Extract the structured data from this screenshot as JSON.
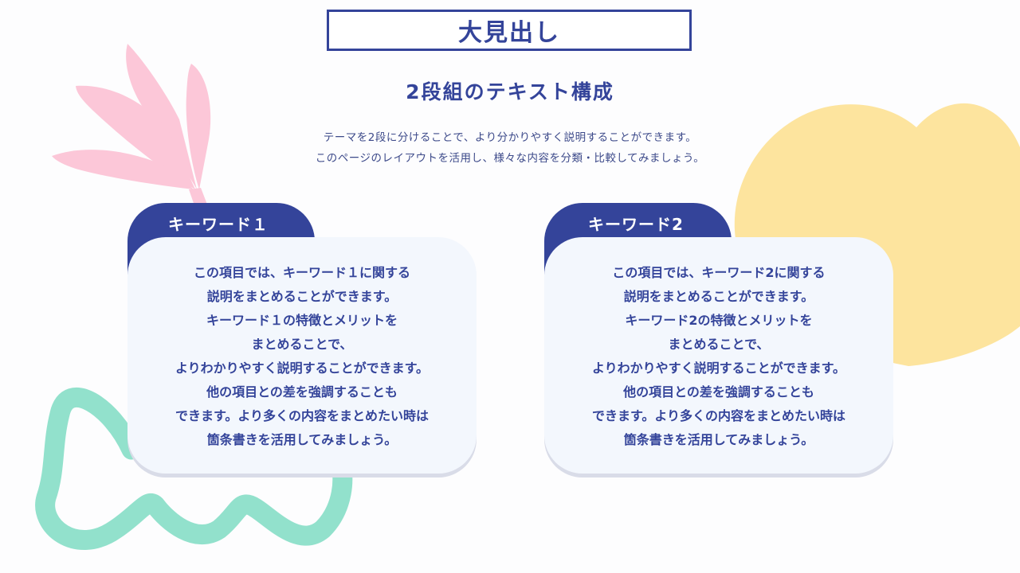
{
  "title": "大見出し",
  "subtitle": "2段組のテキスト構成",
  "intro_lines": [
    "テーマを2段に分けることで、より分かりやすく説明することができます。",
    "このページのレイアウトを活用し、様々な内容を分類・比較してみましょう。"
  ],
  "columns": [
    {
      "label": "キーワード１",
      "lines": [
        "この項目では、キーワード１に関する",
        "説明をまとめることができます。",
        "キーワード１の特徴とメリットを",
        "まとめることで、",
        "よりわかりやすく説明することができます。",
        "他の項目との差を強調することも",
        "できます。より多くの内容をまとめたい時は",
        "箇条書きを活用してみましょう。"
      ]
    },
    {
      "label": "キーワード2",
      "lines": [
        "この項目では、キーワード2に関する",
        "説明をまとめることができます。",
        "キーワード2の特徴とメリットを",
        "まとめることで、",
        "よりわかりやすく説明することができます。",
        "他の項目との差を強調することも",
        "できます。より多くの内容をまとめたい時は",
        "箇条書きを活用してみましょう。"
      ]
    }
  ],
  "colors": {
    "primary": "#34449a",
    "card": "#f3f7fd",
    "heart": "#fde49e",
    "leaf": "#fcc7d8",
    "squiggle": "#92e1cc"
  }
}
